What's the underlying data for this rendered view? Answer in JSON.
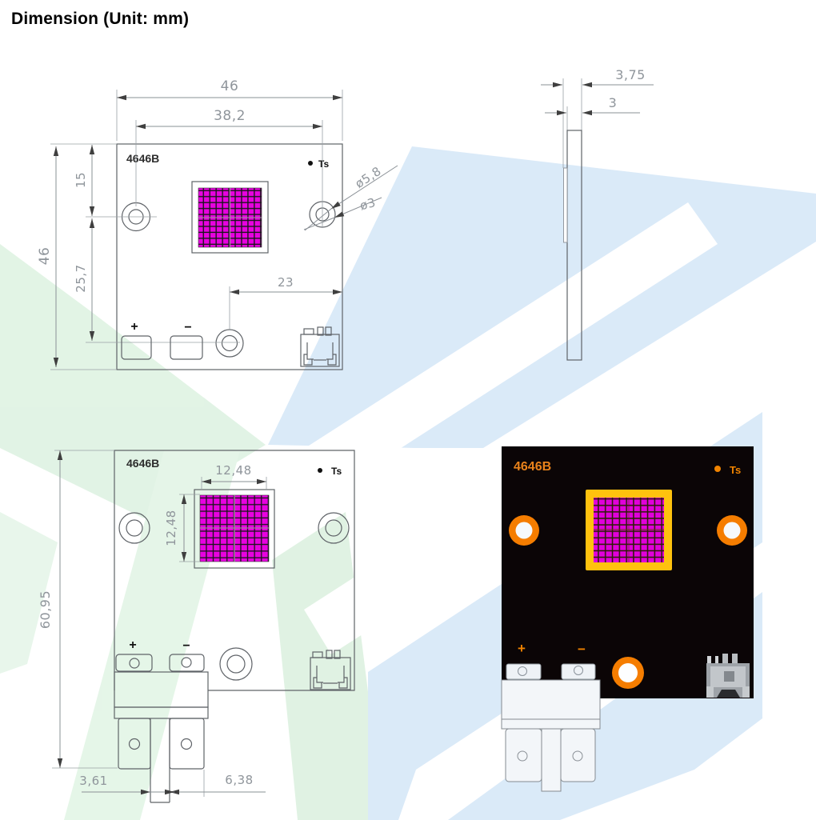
{
  "title": "Dimension (Unit: mm)",
  "colors": {
    "accent_orange": "#E8821B",
    "led_magenta": "#E802E0",
    "frame_yellow": "#FFC20E",
    "board_black": "#0B0506",
    "watermark_blue": "#D9E9F8",
    "watermark_green": "#E0F3E4",
    "line_gray": "#5F6368",
    "dim_text_gray": "#8F959B"
  },
  "views": {
    "front_top": {
      "label": "4646B",
      "ts": "Ts",
      "plus": "+",
      "minus": "−",
      "dims": {
        "board_width": "46",
        "hole_spacing": "38,2",
        "hole_offset_top": "15",
        "hole_to_pads": "25,7",
        "board_height": "46",
        "pad_hole_offset": "23",
        "hole_outer_dia": "ø5,8",
        "hole_inner_dia": "ø3"
      }
    },
    "side": {
      "dims": {
        "total_thickness": "3,75",
        "board_thickness": "3"
      }
    },
    "front_bottom": {
      "label": "4646B",
      "ts": "Ts",
      "plus": "+",
      "minus": "−",
      "dims": {
        "led_width": "12,48",
        "led_height": "12,48",
        "total_height": "60,95",
        "tab_gap": "3,61",
        "tab_width": "6,38"
      }
    },
    "photo": {
      "label": "4646B",
      "ts": "Ts",
      "plus": "+",
      "minus": "−"
    }
  }
}
